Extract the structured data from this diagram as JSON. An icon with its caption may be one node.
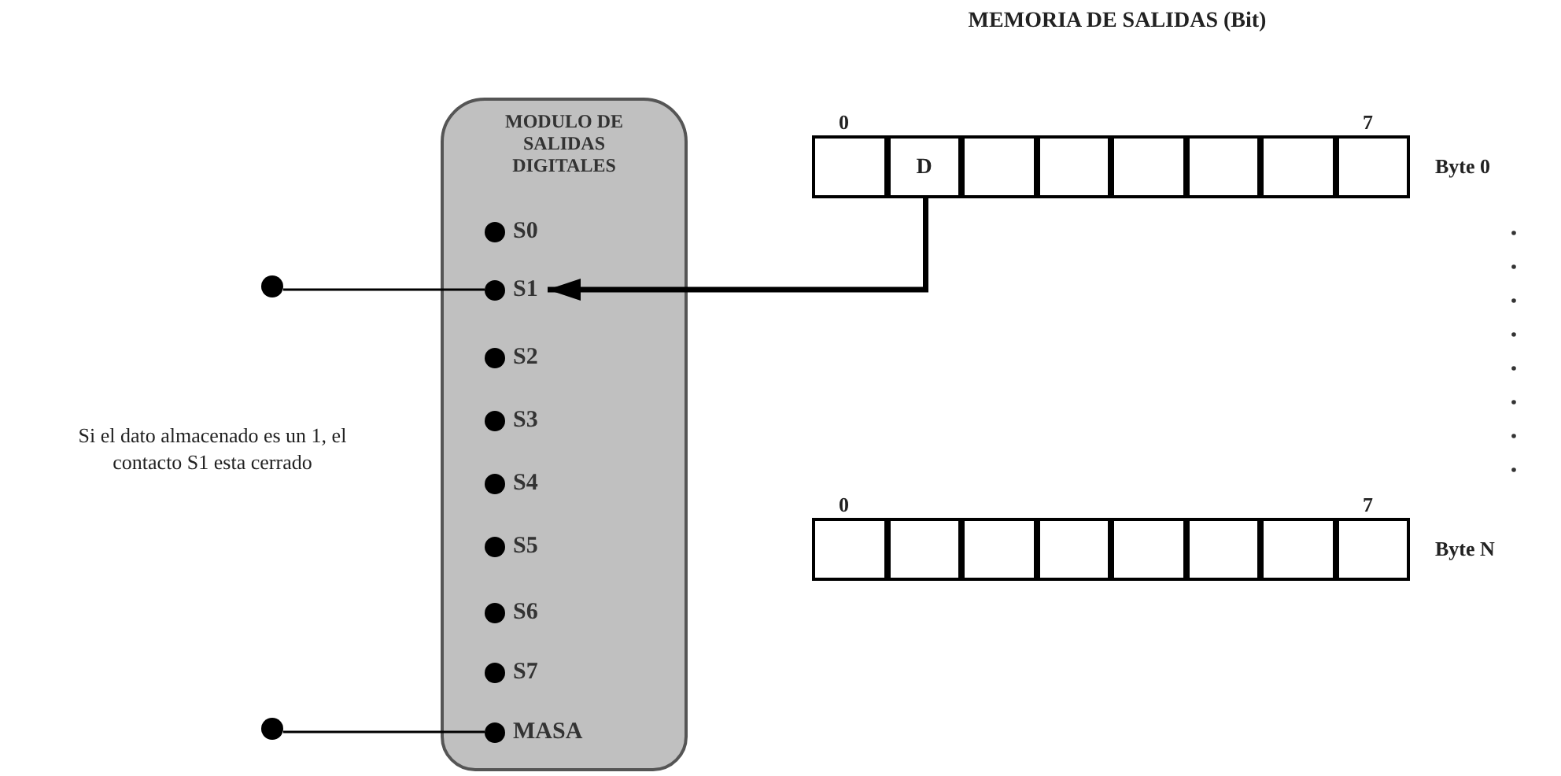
{
  "diagram": {
    "title": "MEMORIA DE SALIDAS (Bit)",
    "nodes": [
      {
        "text": [
          "MODULO DE SALIDAS DIGITALES"
        ]
      },
      {
        "text": [
          "S0"
        ],
        "in": 0
      },
      {
        "text": [
          "S1"
        ],
        "in": 0
      },
      {
        "text": [
          "S2"
        ],
        "in": 0
      },
      {
        "text": [
          "S3"
        ],
        "in": 0
      },
      {
        "text": [
          "S4"
        ],
        "in": 0
      },
      {
        "text": [
          "S5"
        ],
        "in": 0
      },
      {
        "text": [
          "S6"
        ],
        "in": 0
      },
      {
        "text": [
          "S7"
        ],
        "in": 0
      },
      {
        "text": [
          "MASA"
        ],
        "in": 0
      },
      {
        "text": [],
        "shape": "box"
      },
      {
        "text": [
          "D"
        ]
      },
      {
        "text": [],
        "shape": "box"
      },
      {
        "text": [],
        "shape": "box"
      },
      {
        "text": [],
        "shape": "box"
      },
      {
        "text": [],
        "shape": "box"
      },
      {
        "text": [],
        "shape": "box"
      },
      {
        "text": [],
        "shape": "box"
      },
      {
        "text": [],
        "shape": "box"
      },
      {
        "text": [],
        "shape": "box"
      },
      {
        "text": [],
        "shape": "box"
      },
      {
        "text": [],
        "shape": "box"
      },
      {
        "text": [],
        "shape": "box"
      },
      {
        "text": [],
        "shape": "box"
      },
      {
        "text": [],
        "shape": "box"
      },
      {
        "text": [],
        "shape": "box"
      },
      {
        "text": [],
        "shape": "circle"
      },
      {
        "text": [],
        "shape": "circle"
      }
    ],
    "edges": [
      {
        "from": 11,
        "to": 2,
        "arrow": "to",
        "style": "thick"
      },
      {
        "from": 26,
        "to": 2,
        "arrow": "none"
      },
      {
        "from": 27,
        "to": 9,
        "arrow": "none"
      }
    ],
    "labels": [
      "0",
      "7",
      "Byte 0",
      "0",
      "7",
      "Byte N",
      "Si el dato almacenado es un 1, el contacto S1 esta cerrado"
    ]
  }
}
